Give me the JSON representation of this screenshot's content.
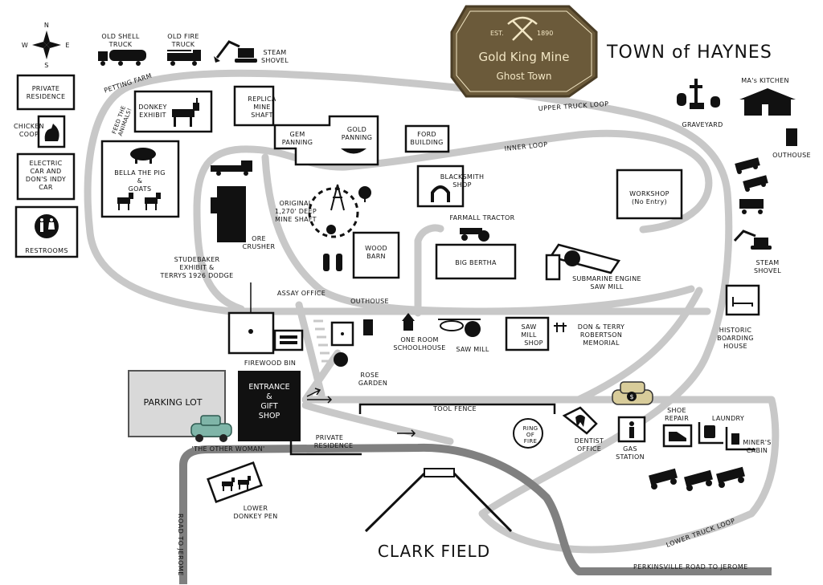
{
  "map": {
    "title": "TOWN of HAYNES",
    "logo": {
      "est": "EST.",
      "year": "1890",
      "line1": "Gold King Mine",
      "line2": "Ghost Town"
    },
    "compass": {
      "n": "N",
      "s": "S",
      "e": "E",
      "w": "W"
    },
    "colors": {
      "logo_bg": "#6b5a3a",
      "logo_text": "#f2e6c4",
      "road_light": "#c8c8c8",
      "road_dark": "#808080",
      "vintage_car": "#7fb5a8"
    },
    "roads": {
      "upper": "UPPER TRUCK LOOP",
      "inner": "INNER LOOP",
      "lower": "LOWER TRUCK LOOP",
      "perkinsville": "PERKINSVILLE ROAD TO JEROME",
      "jerome": "ROAD TO JEROME"
    },
    "places": {
      "old_shell_truck": [
        "OLD SHELL",
        "TRUCK"
      ],
      "old_fire_truck": [
        "OLD FIRE",
        "TRUCK"
      ],
      "steam_shovel_top": [
        "STEAM",
        "SHOVEL"
      ],
      "private_residence_top": [
        "PRIVATE",
        "RESIDENCE"
      ],
      "chicken_coop": [
        "CHICKEN",
        "COOP"
      ],
      "electric_car": [
        "ELECTRIC",
        "CAR AND",
        "DON'S INDY",
        "CAR"
      ],
      "restrooms": "RESTROOMS",
      "petting_farm": "PETTING FARM",
      "feed_animals": [
        "FEED THE",
        "ANIMALS!"
      ],
      "donkey_exhibit": [
        "DONKEY",
        "EXHIBIT"
      ],
      "bella": [
        "BELLA THE PIG",
        "&",
        "GOATS"
      ],
      "replica_mine_shaft": [
        "REPLICA",
        "MINE",
        "SHAFT"
      ],
      "gem_panning": [
        "GEM",
        "PANNING"
      ],
      "gold_panning": [
        "GOLD",
        "PANNING"
      ],
      "ford_building": [
        "FORD",
        "BUILDING"
      ],
      "ore_crusher": [
        "ORE",
        "CRUSHER"
      ],
      "original_mine_shaft": [
        "ORIGINAL",
        "1,270' DEEP",
        "MINE SHAFT"
      ],
      "wood_barn": [
        "WOOD",
        "BARN"
      ],
      "blacksmith_shop": [
        "BLACKSMITH",
        "SHOP"
      ],
      "farmall_tractor": "FARMALL TRACTOR",
      "big_bertha": "BIG BERTHA",
      "workshop": [
        "WORKSHOP",
        "(No Entry)"
      ],
      "submarine_engine": [
        "SUBMARINE ENGINE",
        "SAW MILL"
      ],
      "graveyard": "GRAVEYARD",
      "mas_kitchen": "MA's KITCHEN",
      "outhouse_right": "OUTHOUSE",
      "steam_shovel_right": [
        "STEAM",
        "SHOVEL"
      ],
      "historic_boarding_house": [
        "HISTORIC",
        "BOARDING",
        "HOUSE"
      ],
      "studebaker": [
        "STUDEBAKER",
        "EXHIBIT &",
        "TERRYS 1926 DODGE"
      ],
      "assay_office": "ASSAY OFFICE",
      "outhouse_center": "OUTHOUSE",
      "firewood_bin": "FIREWOOD BIN",
      "one_room_schoolhouse": [
        "ONE ROOM",
        "SCHOOLHOUSE"
      ],
      "saw_mill": "SAW MILL",
      "saw_mill_shop": [
        "SAW",
        "MILL",
        "SHOP"
      ],
      "robertson_memorial": [
        "DON & TERRY",
        "ROBERTSON",
        "MEMORIAL"
      ],
      "rose_garden": [
        "ROSE",
        "GARDEN"
      ],
      "parking_lot": "PARKING LOT",
      "entrance": [
        "ENTRANCE",
        "&",
        "GIFT",
        "SHOP"
      ],
      "tool_fence": "TOOL FENCE",
      "the_other_woman": "'THE OTHER WOMAN'",
      "private_residence_bottom": [
        "PRIVATE",
        "RESIDENCE"
      ],
      "ring_of_fire": [
        "RING",
        "OF",
        "FIRE"
      ],
      "dentist_office": [
        "DENTIST",
        "OFFICE"
      ],
      "gas_station": [
        "GAS",
        "STATION"
      ],
      "shoe_repair": [
        "SHOE",
        "REPAIR"
      ],
      "laundry": "LAUNDRY",
      "miners_cabin": [
        "MINER'S",
        "CABIN"
      ],
      "lower_donkey_pen": [
        "LOWER",
        "DONKEY PEN"
      ],
      "clark_field": "CLARK FIELD"
    }
  }
}
